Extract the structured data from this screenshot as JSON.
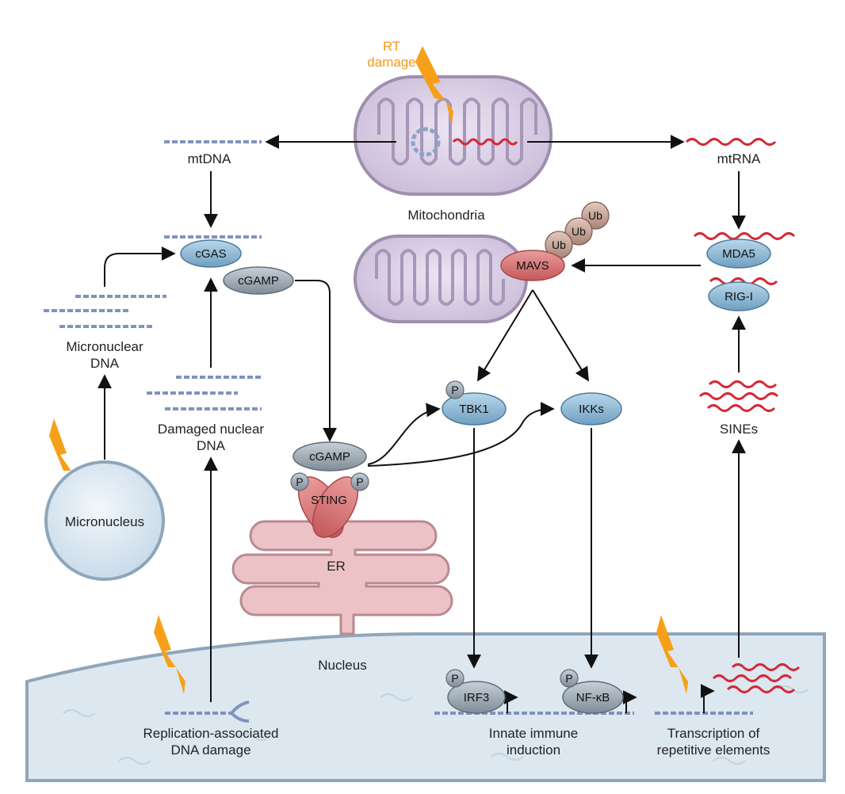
{
  "labels": {
    "rt_damage_line1": "RT",
    "rt_damage_line2": "damage",
    "mitochondria": "Mitochondria",
    "mtdna": "mtDNA",
    "mtrna": "mtRNA",
    "micronuclear_line1": "Micronuclear",
    "micronuclear_line2": "DNA",
    "damaged_nuclear_line1": "Damaged nuclear",
    "damaged_nuclear_line2": "DNA",
    "micronucleus": "Micronucleus",
    "er": "ER",
    "nucleus": "Nucleus",
    "replication_line1": "Replication-associated",
    "replication_line2": "DNA damage",
    "innate_line1": "Innate immune",
    "innate_line2": "induction",
    "transcription_line1": "Transcription of",
    "transcription_line2": "repetitive elements",
    "sines": "SINEs"
  },
  "nodes": {
    "cgas": "cGAS",
    "cgamp_top": "cGAMP",
    "cgamp_sting": "cGAMP",
    "sting": "STING",
    "mavs": "MAVS",
    "ub": "Ub",
    "tbk1": "TBK1",
    "ikks": "IKKs",
    "mda5": "MDA5",
    "rigi": "RIG-I",
    "irf3": "IRF3",
    "nfkb": "NF-κB",
    "p": "P"
  },
  "colors": {
    "lightning": "#f6a01a",
    "rt_text": "#f29a1c",
    "mito_fill": "#d8cde3",
    "mito_stroke": "#9e8fae",
    "dna_blue": "#7f93bd",
    "rna_red": "#d42a35",
    "node_blue": "#8fbcd8",
    "node_gray": "#a9b4be",
    "mavs_red": "#d9797a",
    "ub_brown": "#c9a79a",
    "er_pink": "#e9b9bd",
    "nucleus_fill": "#dbe6ef",
    "micronucleus_fill": "#dde9f2"
  }
}
